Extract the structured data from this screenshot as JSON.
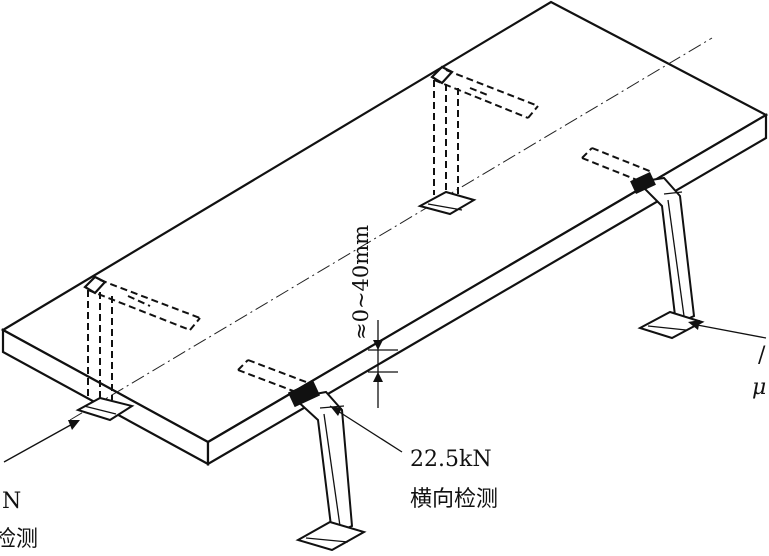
{
  "diagram": {
    "gap_label": "≈0~40mm",
    "right_load": {
      "value": "22.5kN",
      "caption": "横向检测"
    },
    "left_load_partial": {
      "value": "N",
      "caption": "检测"
    },
    "right_edge_partial": {
      "top": "/",
      "bottom": "μ"
    }
  }
}
